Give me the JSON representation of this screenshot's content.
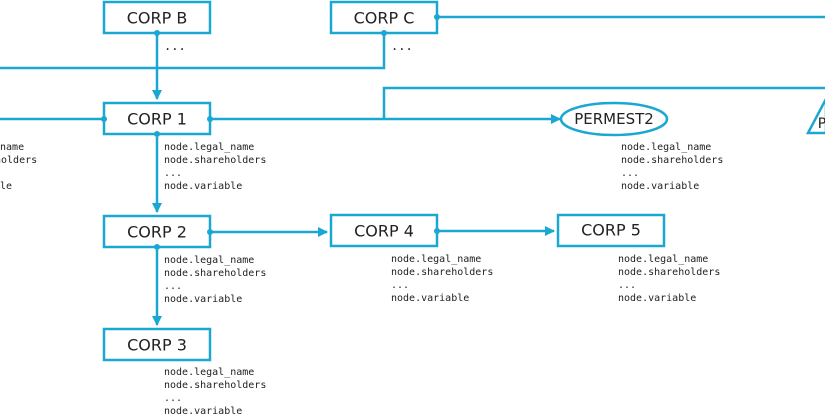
{
  "nodes": {
    "corp_b": "CORP B",
    "corp_c": "CORP C",
    "corp_1": "CORP 1",
    "permest2": "PERMEST2",
    "corp_2": "CORP 2",
    "corp_4": "CORP 4",
    "corp_5": "CORP 5",
    "corp_3": "CORP 3",
    "partial_triangle": "P"
  },
  "ellipsis": "...",
  "attributes": {
    "legal_name": "node.legal_name",
    "shareholders": "node.shareholders",
    "dots": "...",
    "variable": "node.variable"
  },
  "left_partial_attributes": {
    "legal_name": "_name",
    "shareholders": "holders",
    "variable": "ble"
  },
  "colors": {
    "accent": "#1aa7d1",
    "text": "#222222"
  }
}
